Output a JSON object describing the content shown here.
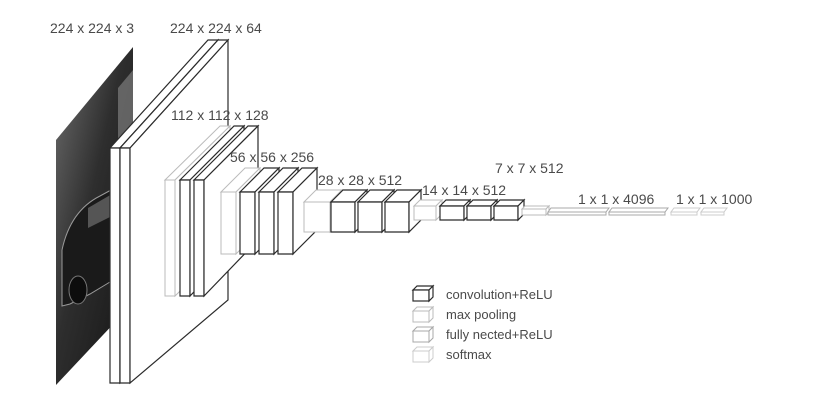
{
  "diagram": {
    "layer_labels": {
      "input": "224 x 224 x 3",
      "conv1": "224 x 224 x 64",
      "conv2": "112 x 112 x 128",
      "conv3": "56 x 56 x 256",
      "conv4": "28 x 28 x 512",
      "conv5": "14 x 14 x 512",
      "pool5": "7 x 7 x 512",
      "fc": "1 x 1 x 4096",
      "out": "1 x 1 x 1000"
    },
    "legend": [
      {
        "label": "convolution+ReLU",
        "kind": "conv"
      },
      {
        "label": "max pooling",
        "kind": "pool"
      },
      {
        "label": "fully nected+ReLU",
        "kind": "fc"
      },
      {
        "label": "softmax",
        "kind": "softmax"
      }
    ],
    "colors": {
      "conv_stroke": "#2b2b2b",
      "pool_stroke": "#bbbbbb",
      "fc_stroke": "#a8a8a8",
      "softmax_stroke": "#cccccc",
      "text": "#4a4a4a"
    }
  }
}
